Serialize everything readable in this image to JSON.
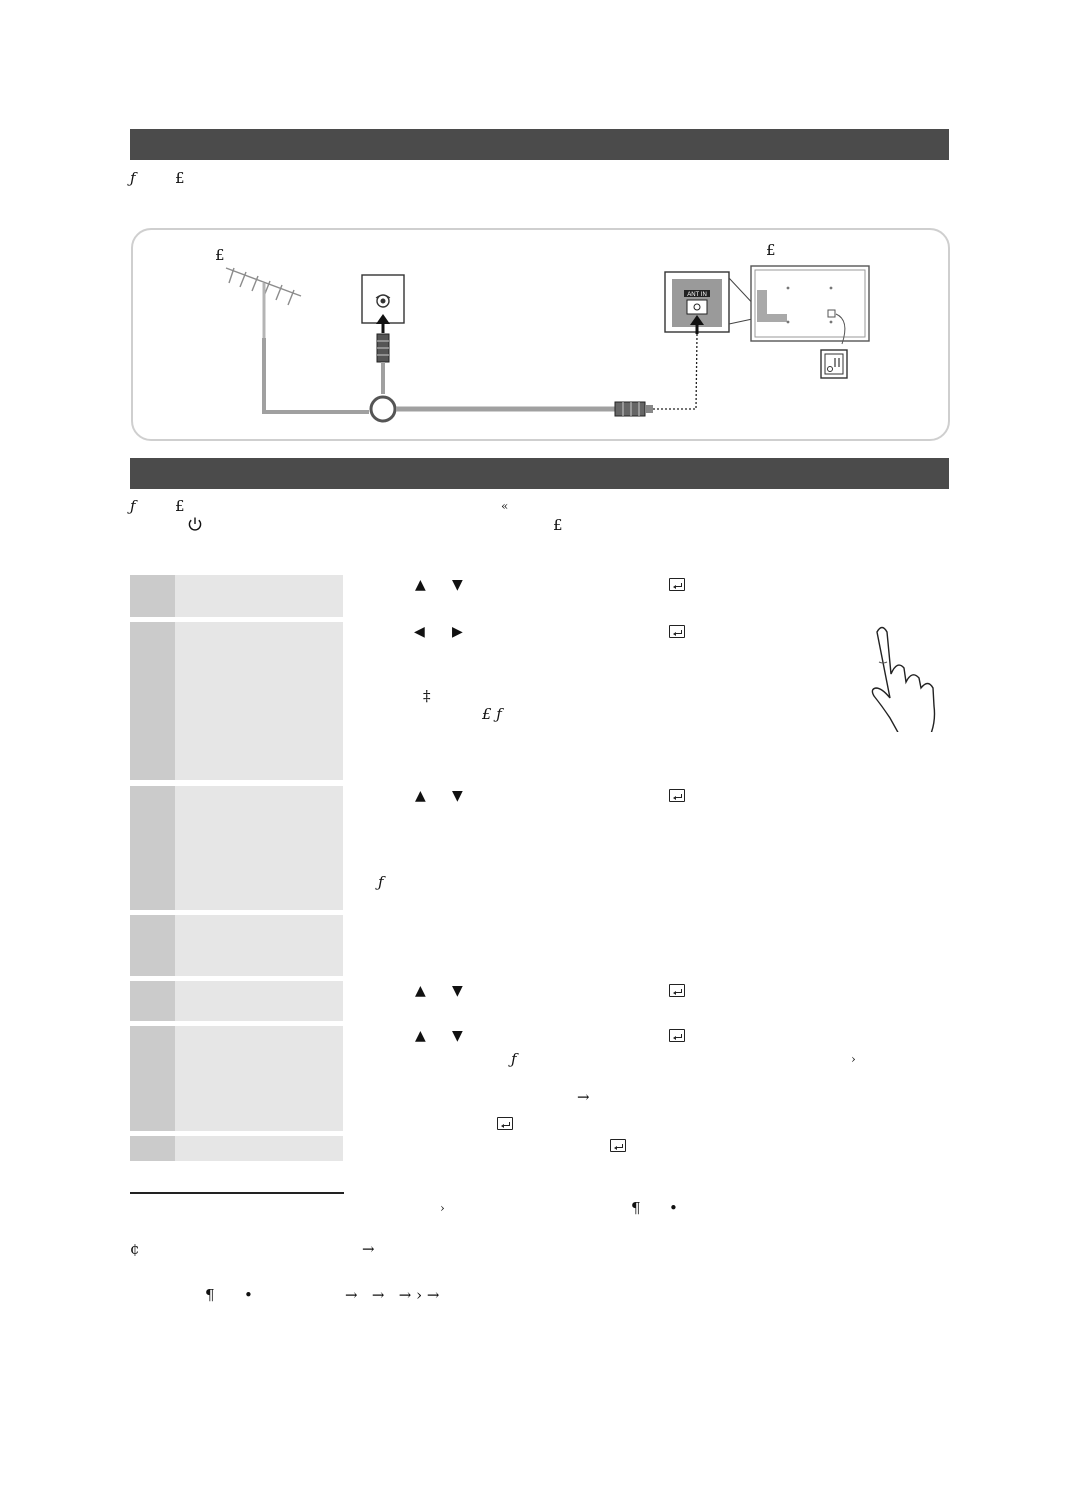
{
  "section1": {
    "note_marker": "ƒ",
    "note_symbol": "£"
  },
  "diagram": {
    "antenna_label": "£",
    "tv_label": "£",
    "port_label": "ANT IN"
  },
  "section2": {
    "line1": {
      "marker": "ƒ",
      "symbol": "£",
      "quote": "«"
    },
    "line2": {
      "power_icon": "power-icon",
      "symbol": "£"
    }
  },
  "steps": [
    {
      "keys": [
        "▲",
        "▼"
      ],
      "enter": true
    },
    {
      "keys": [
        "◀",
        "▶"
      ],
      "enter": true,
      "extra": [
        "‡",
        "£ ƒ"
      ]
    },
    {
      "keys": [
        "▲",
        "▼"
      ],
      "enter": true,
      "extra": [
        "ƒ"
      ]
    },
    {
      "keys": [],
      "enter": false
    },
    {
      "keys": [
        "▲",
        "▼"
      ],
      "enter": true
    },
    {
      "keys": [
        "▲",
        "▼"
      ],
      "enter": true,
      "extra": [
        "ƒ",
        "›",
        "→"
      ]
    },
    {
      "keys": [],
      "enter": true
    }
  ],
  "footnotes": {
    "line1": {
      "chevron": "›",
      "pilcrow": "¶",
      "bullet": "•"
    },
    "line2": {
      "cent": "¢",
      "arrow": "→"
    },
    "line3": {
      "pilcrow": "¶",
      "bullet": "•",
      "arrows": "→   →   → › →"
    }
  },
  "colors": {
    "section_bar": "#4b4b4b",
    "step_number_bg": "#cbcbcb",
    "step_body_bg": "#e6e6e6",
    "cable": "#a0a0a0"
  }
}
